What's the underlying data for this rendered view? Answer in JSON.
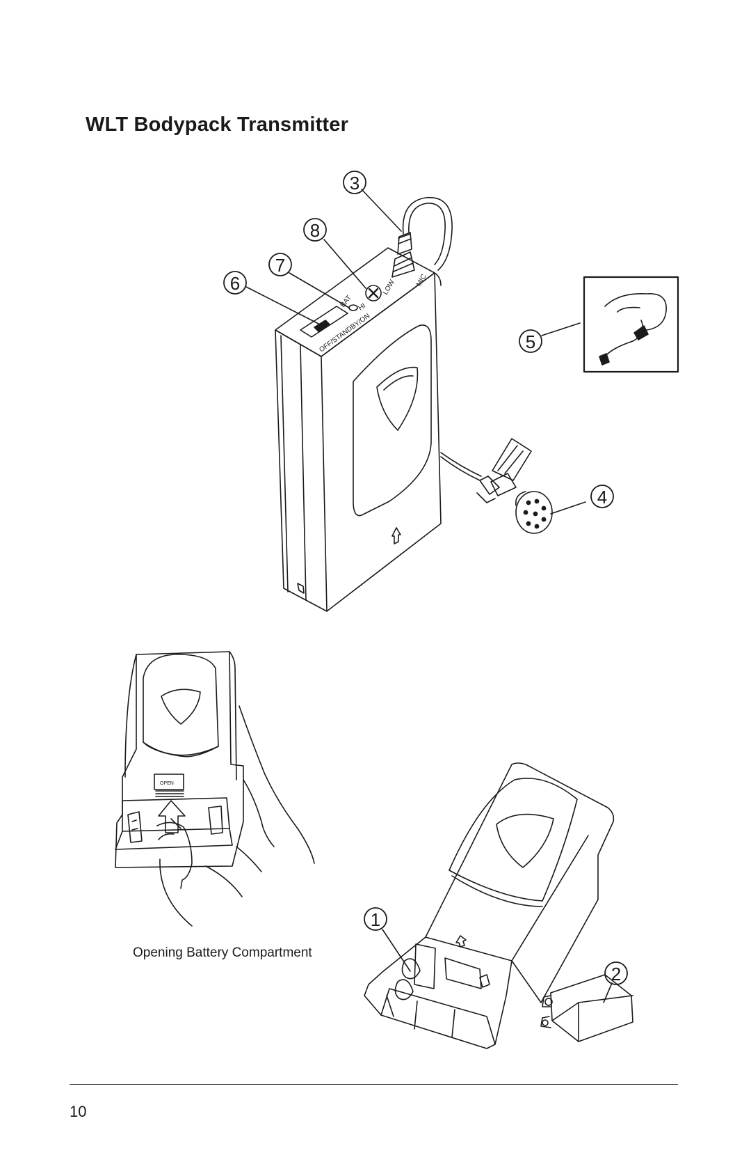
{
  "page": {
    "title": "WLT Bodypack Transmitter",
    "caption": "Opening Battery Compartment",
    "page_number": "10"
  },
  "callouts": {
    "c1": "1",
    "c2": "2",
    "c3": "3",
    "c4": "4",
    "c5": "5",
    "c6": "6",
    "c7": "7",
    "c8": "8"
  },
  "device_labels": {
    "bat": "BAT",
    "hi": "HI",
    "low": "LOW",
    "mic": "MIC",
    "switch": "OFF/STANDBY/ON",
    "open_tab": "OPEN"
  }
}
